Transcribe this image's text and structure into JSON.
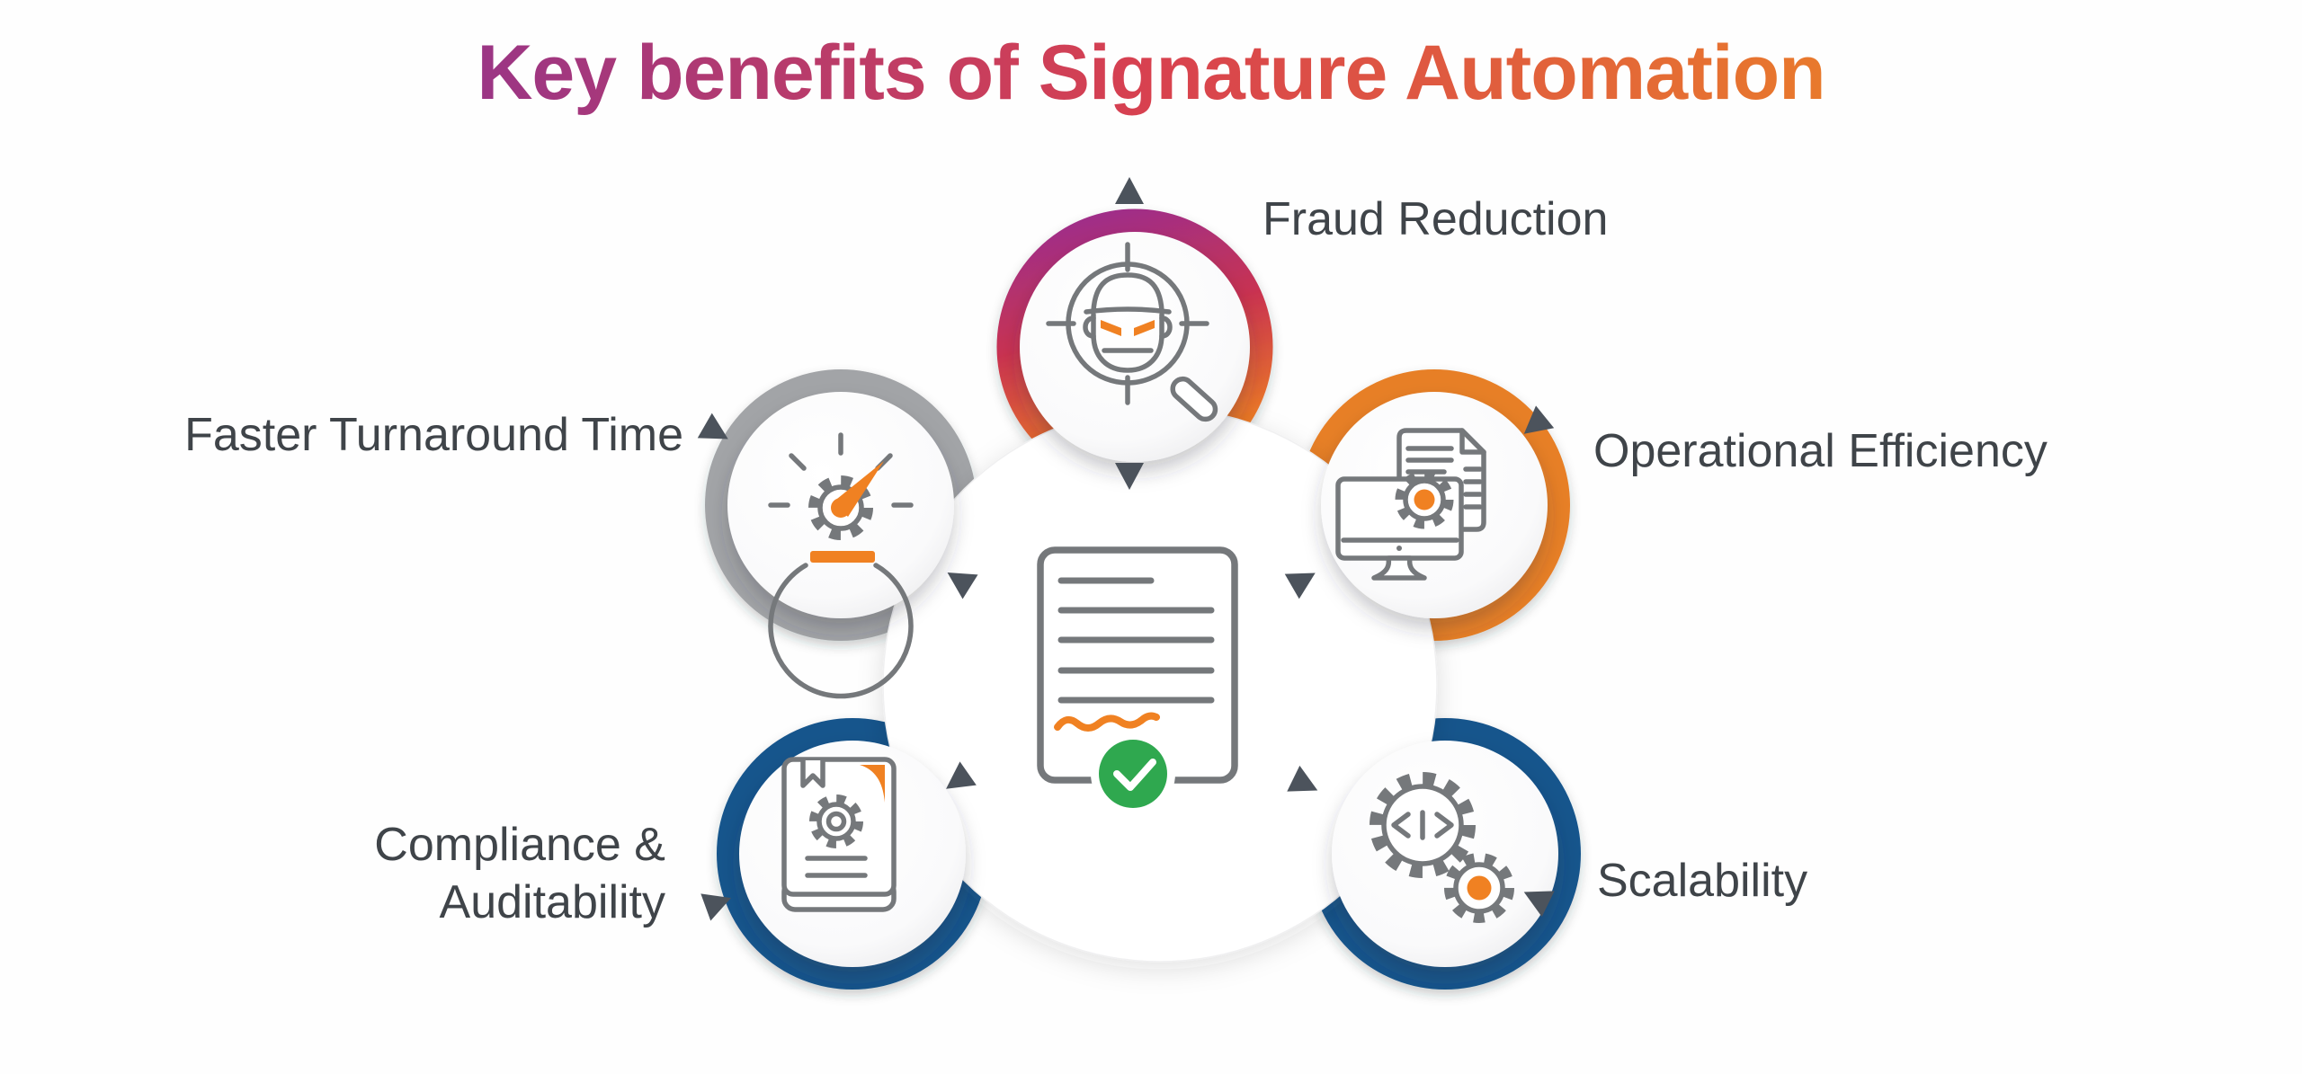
{
  "title": {
    "text": "Key benefits of Signature Automation"
  },
  "center": {
    "icon": "signed-document-check-icon"
  },
  "benefits": [
    {
      "label": "Fraud Reduction",
      "position": "top",
      "ring": "gradient-purple-orange",
      "icon": "fraud-detection-magnifier-icon"
    },
    {
      "label": "Operational Efficiency",
      "position": "upper-right",
      "ring": "orange",
      "icon": "monitor-document-gear-icon"
    },
    {
      "label": "Scalability",
      "position": "lower-right",
      "ring": "blue",
      "icon": "gears-code-icon"
    },
    {
      "label": "Compliance & Auditability",
      "lines": [
        "Compliance &",
        "Auditability"
      ],
      "position": "lower-left",
      "ring": "blue",
      "icon": "audit-book-gear-icon"
    },
    {
      "label": "Faster Turnaround Time",
      "position": "upper-left",
      "ring": "gray",
      "icon": "speedometer-gear-icon"
    }
  ],
  "colors": {
    "title_grad_1": "#8E3390",
    "title_grad_2": "#D8414F",
    "title_grad_3": "#EC8525",
    "ring_grad_1": "#9A2D90",
    "ring_grad_2": "#C93350",
    "ring_grad_3": "#EE7E23",
    "ring_gray": "#A2A4A7",
    "ring_orange": "#E77F26",
    "ring_blue": "#19548C",
    "accent_orange": "#F08122",
    "check_green": "#2FA84F",
    "icon_stroke": "#75787B",
    "label_color": "#3F4449",
    "arrow_color": "#4C535C",
    "background": "#FEFEFE"
  }
}
